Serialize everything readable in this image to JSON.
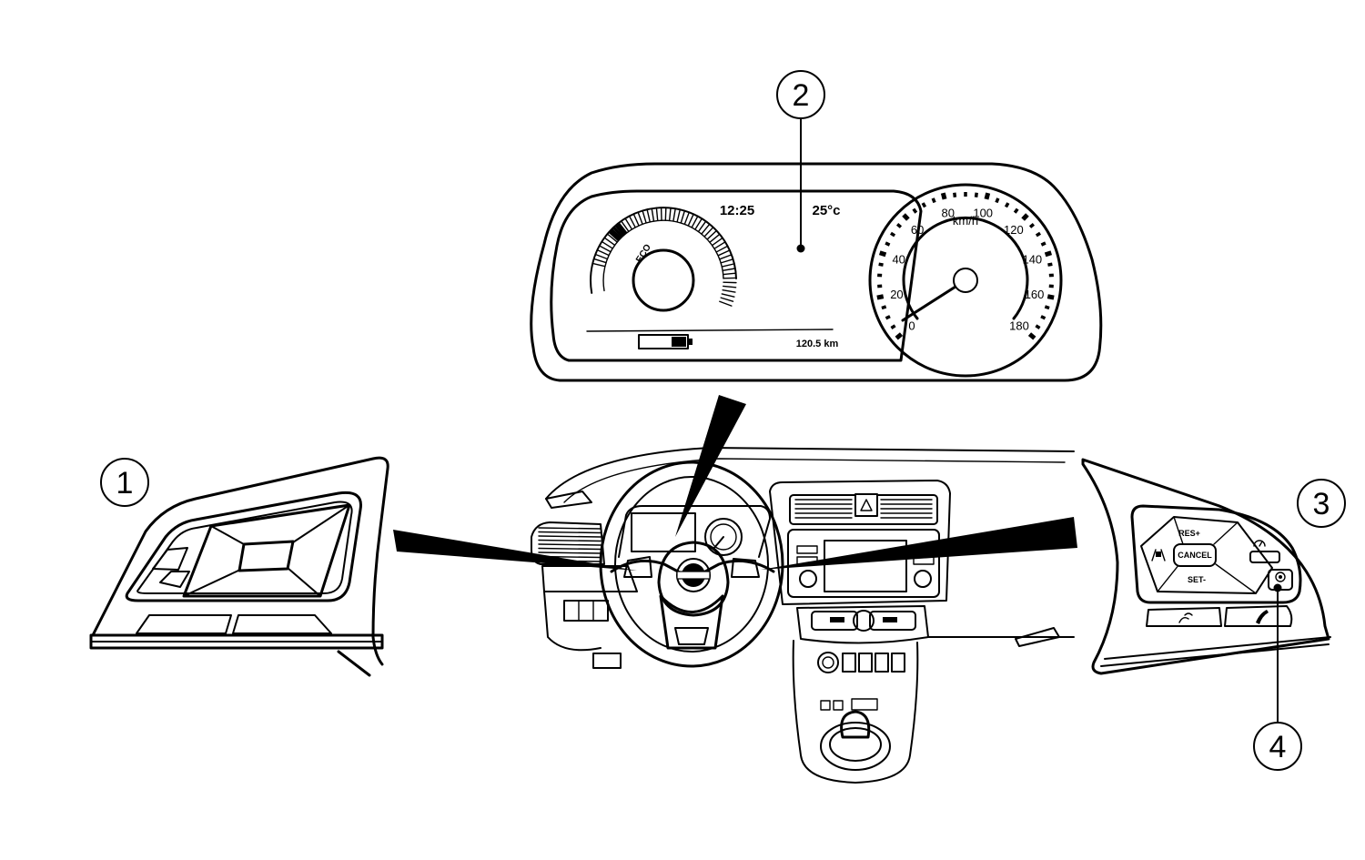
{
  "callouts": {
    "c1": "1",
    "c2": "2",
    "c3": "3",
    "c4": "4"
  },
  "cluster": {
    "time": "12:25",
    "temperature": "25°c",
    "mode": "ECO",
    "range": "120.5 km",
    "speed_unit": "km/h",
    "speed_ticks": [
      "0",
      "20",
      "40",
      "60",
      "80",
      "100",
      "120",
      "140",
      "160",
      "180"
    ]
  },
  "right_switch": {
    "res_label": "RES+",
    "cancel_label": "CANCEL",
    "set_label": "SET-"
  },
  "icons": [
    "lane-keep-icon",
    "cruise-control-icon",
    "steering-assist-icon",
    "voice-command-icon",
    "phone-icon",
    "nissan-logo-icon",
    "battery-icon",
    "hazard-icon"
  ]
}
